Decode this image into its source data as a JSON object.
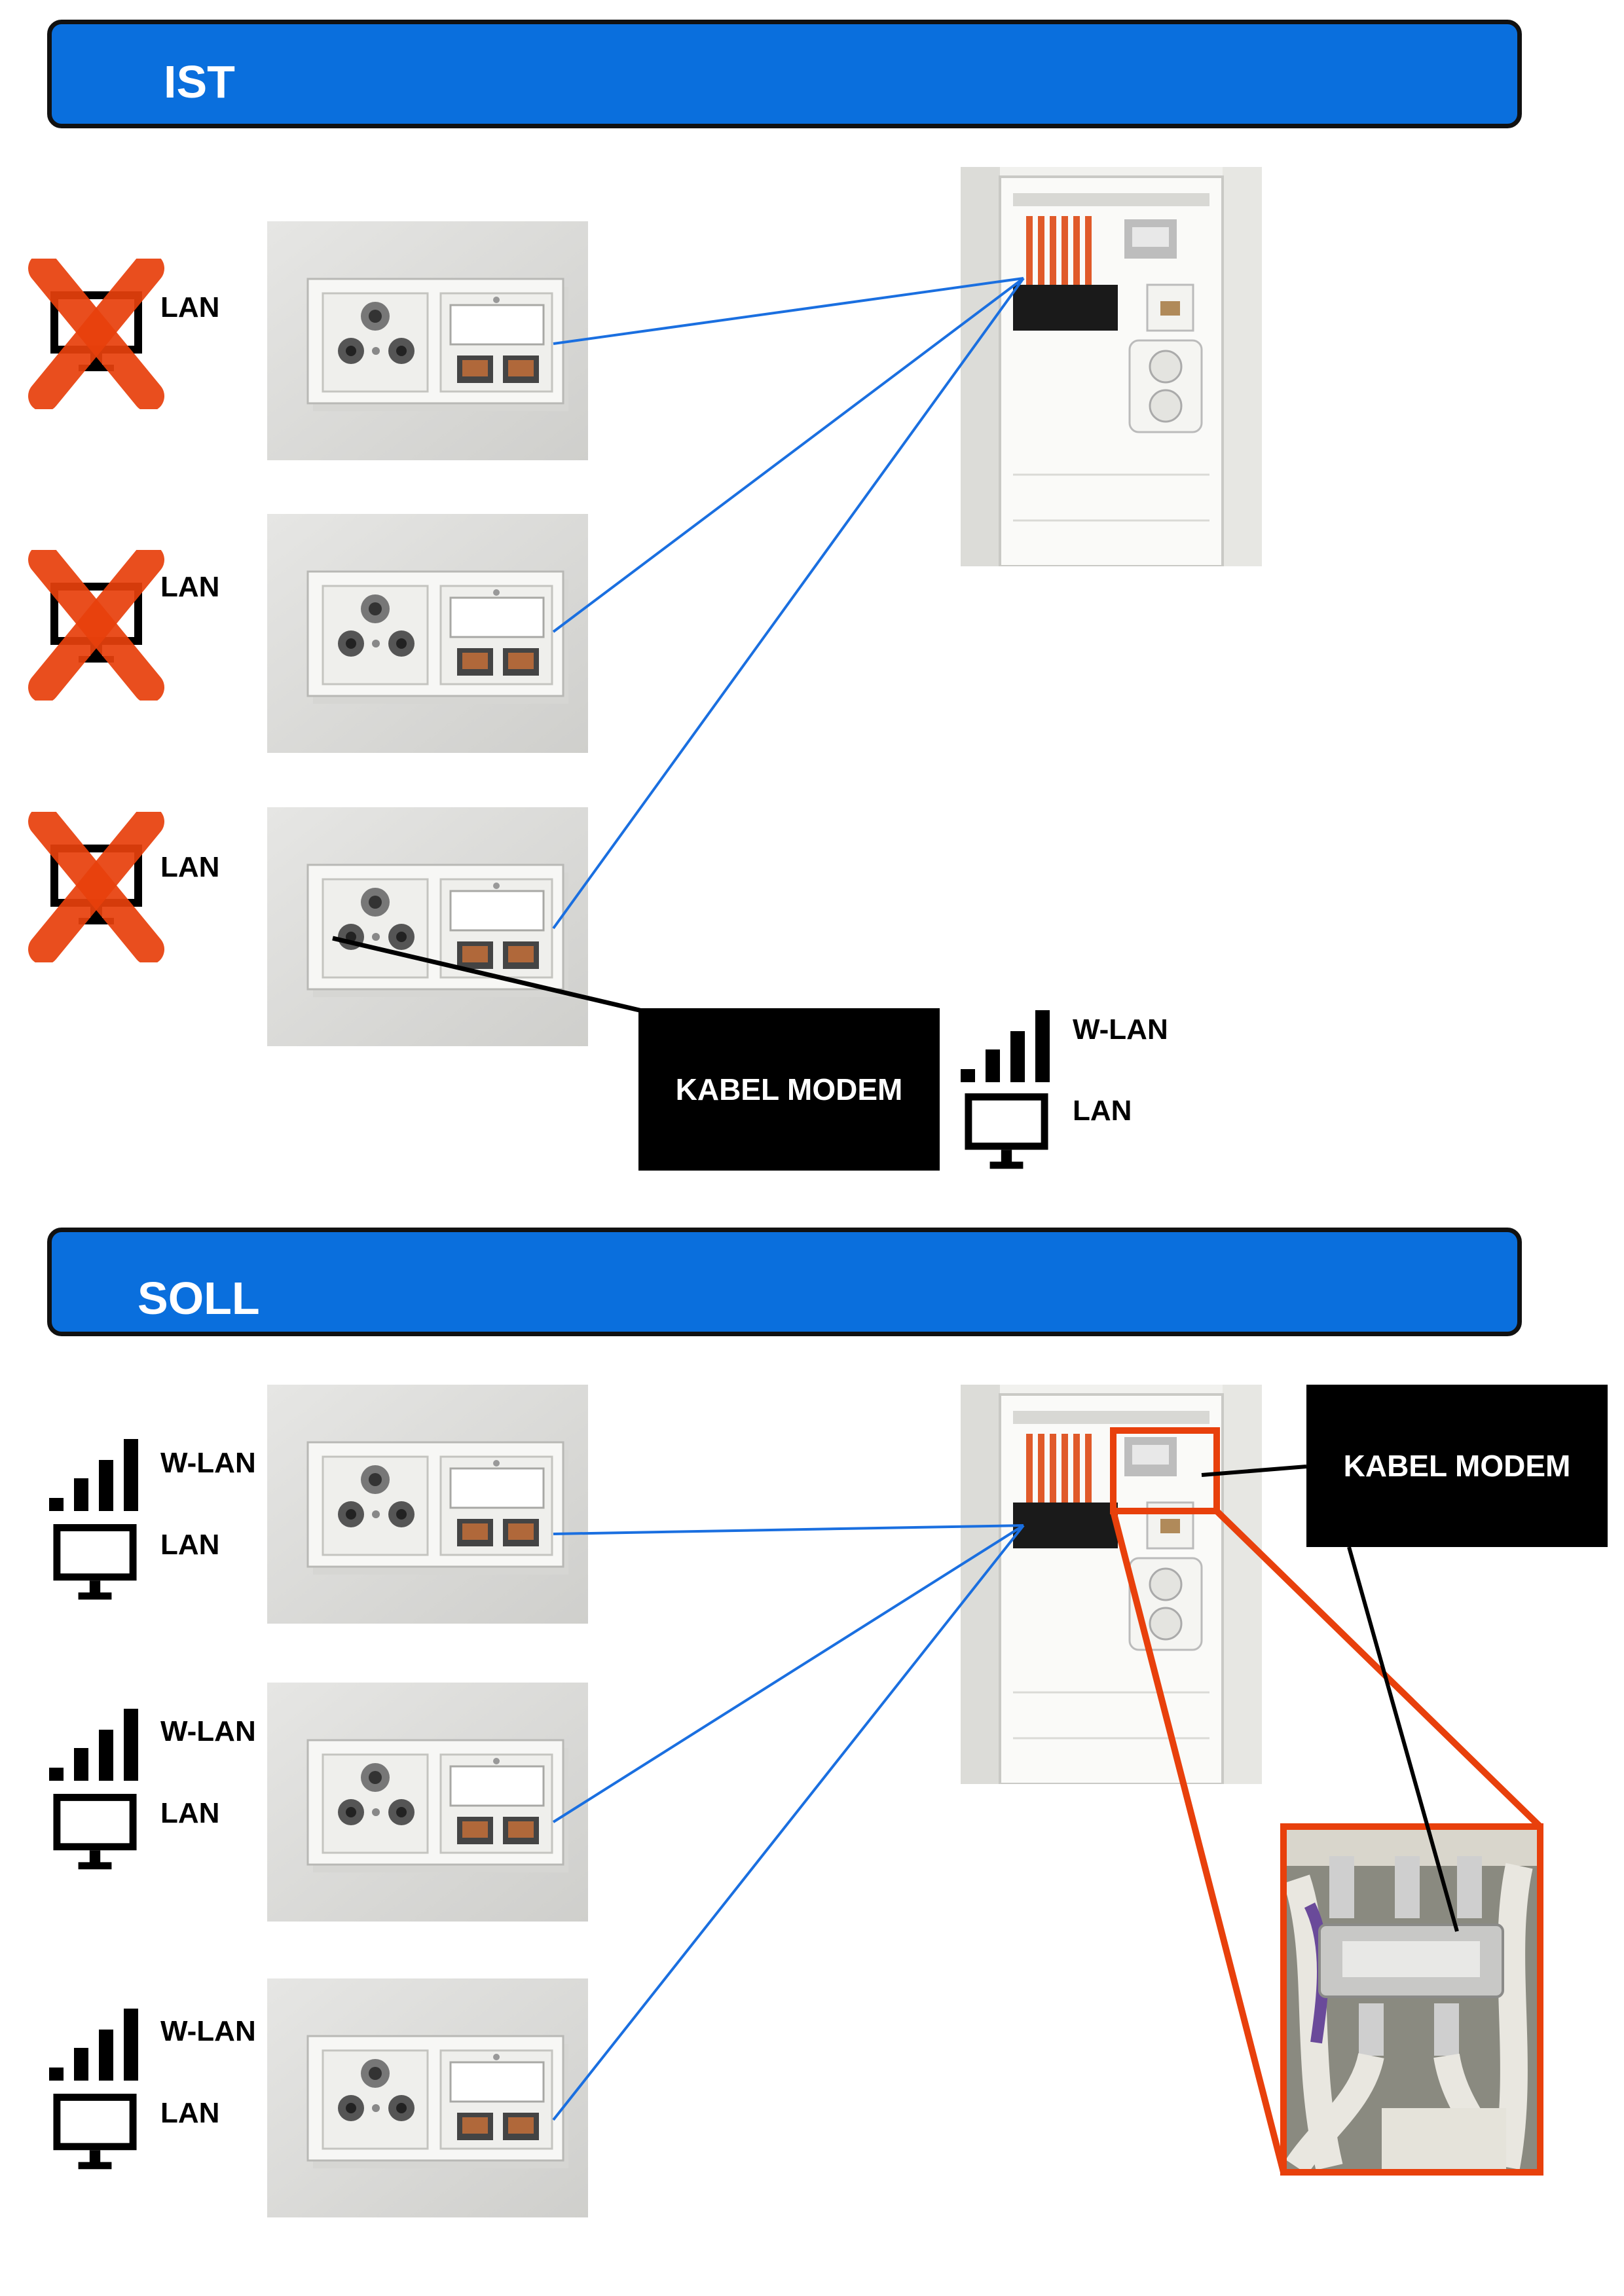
{
  "colors": {
    "banner": "#0a6fdd",
    "x_mark": "#e8400c",
    "connection_line": "#1a6fe0",
    "coax_line": "#000000",
    "zoom_frame": "#e8400c"
  },
  "ist": {
    "title": "IST",
    "outlets": [
      {
        "icon": "crossed-monitor-icon",
        "label": "LAN"
      },
      {
        "icon": "crossed-monitor-icon",
        "label": "LAN"
      },
      {
        "icon": "crossed-monitor-icon",
        "label": "LAN"
      }
    ],
    "modem_label": "KABEL MODEM",
    "modem_outputs": {
      "wifi_icon": "signal-bars-icon",
      "wifi_label": "W-LAN",
      "lan_icon": "monitor-icon",
      "lan_label": "LAN"
    }
  },
  "soll": {
    "title": "SOLL",
    "outlets": [
      {
        "wifi_icon": "signal-bars-icon",
        "wifi_label": "W-LAN",
        "lan_icon": "monitor-icon",
        "lan_label": "LAN"
      },
      {
        "wifi_icon": "signal-bars-icon",
        "wifi_label": "W-LAN",
        "lan_icon": "monitor-icon",
        "lan_label": "LAN"
      },
      {
        "wifi_icon": "signal-bars-icon",
        "wifi_label": "W-LAN",
        "lan_icon": "monitor-icon",
        "lan_label": "LAN"
      }
    ],
    "modem_label": "KABEL MODEM",
    "detail_photo_icon": "coax-splitter-photo"
  }
}
